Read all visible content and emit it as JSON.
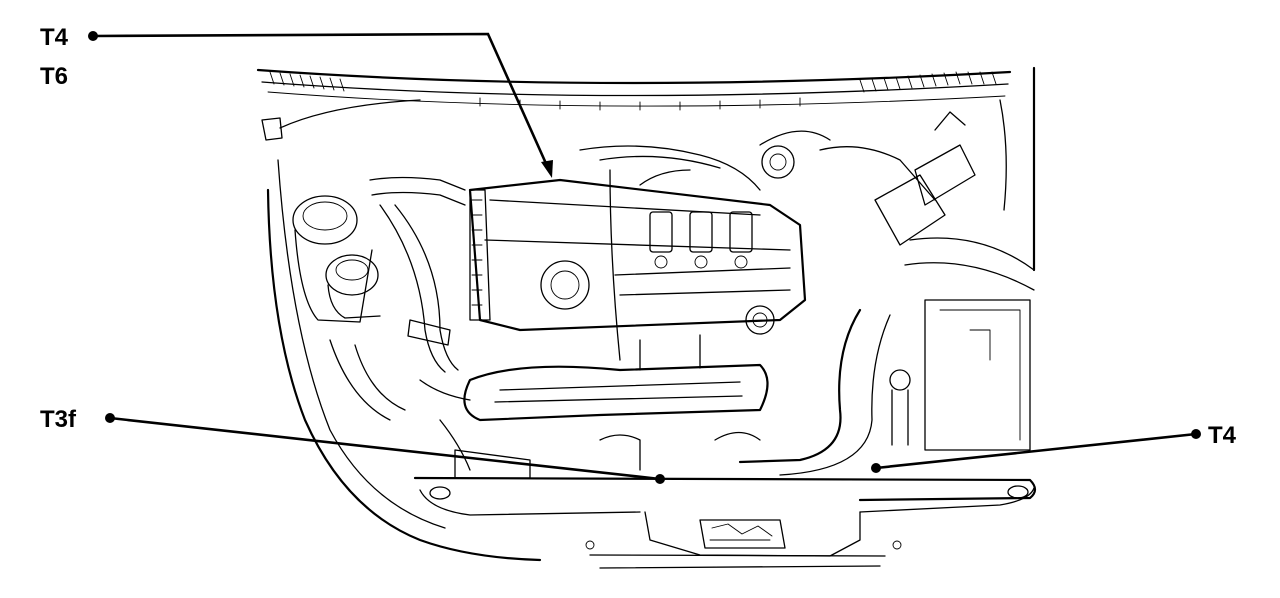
{
  "diagram": {
    "callouts": [
      {
        "id": "t4-top",
        "label": "T4"
      },
      {
        "id": "t6",
        "label": "T6"
      },
      {
        "id": "t3f",
        "label": "T3f"
      },
      {
        "id": "t4-right",
        "label": "T4"
      }
    ]
  }
}
